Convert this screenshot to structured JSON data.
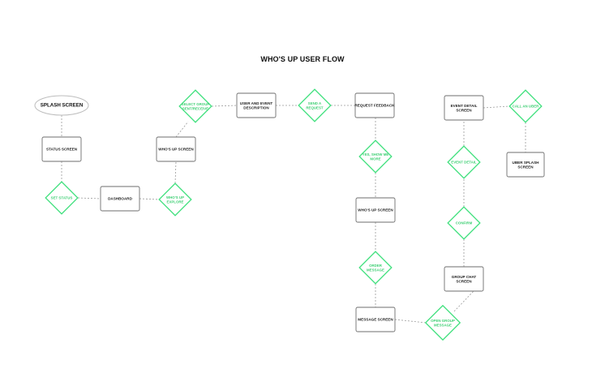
{
  "title": "WHO'S UP USER FLOW",
  "nodes": {
    "splash": {
      "label": [
        "SPLASH SCREEN"
      ]
    },
    "status": {
      "label": [
        "STATUS SCREEN"
      ]
    },
    "setstatus": {
      "label": [
        "SET STATUS"
      ]
    },
    "dashboard": {
      "label": [
        "DASHBOARD"
      ]
    },
    "explore": {
      "label": [
        "WHO'S UP",
        "EXPLORE"
      ]
    },
    "whosup1": {
      "label": [
        "WHO'S UP SCREEN"
      ]
    },
    "selectgroup": {
      "label": [
        "SELECT GROUP",
        "SENT/RECEIVE"
      ]
    },
    "userevent": {
      "label": [
        "USER AND EVENT",
        "DESCRIPTION"
      ]
    },
    "sendreq": {
      "label": [
        "SEND A",
        "REQUEST"
      ]
    },
    "reqfeedback": {
      "label": [
        "REQUEST FEEDBACK"
      ]
    },
    "yesshow": {
      "label": [
        "YES, SHOW ME",
        "MORE"
      ]
    },
    "whosup2": {
      "label": [
        "WHO'S UP SCREEN"
      ]
    },
    "ordermsg": {
      "label": [
        "ORDER",
        "MESSAGE"
      ]
    },
    "msgscreen": {
      "label": [
        "MESSAGE SCREEN"
      ]
    },
    "opengroup": {
      "label": [
        "OPEN GROUP",
        "MESSAGE"
      ]
    },
    "groupchat": {
      "label": [
        "GROUP CHAT",
        "SCREEN"
      ]
    },
    "confirm": {
      "label": [
        "CONFIRM"
      ]
    },
    "eventdetail": {
      "label": [
        "EVENT DETAIL"
      ]
    },
    "eventdetailscreen": {
      "label": [
        "EVENT DETAIL",
        "SCREEN"
      ]
    },
    "calluber": {
      "label": [
        "CALL AN UBER"
      ]
    },
    "ubersplash": {
      "label": [
        "UBER SPLASH",
        "SCREEN"
      ]
    }
  },
  "colors": {
    "decision": "#3fe07d",
    "process_border": "#6e6e6e",
    "connector": "#9a9a9a"
  }
}
